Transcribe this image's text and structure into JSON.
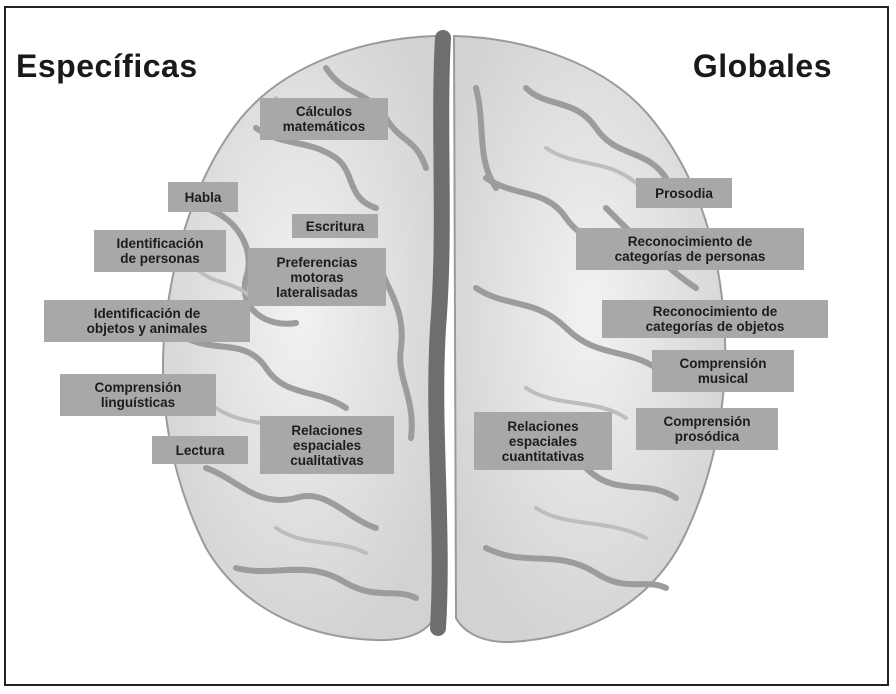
{
  "headings": {
    "left": "Específicas",
    "right": "Globales"
  },
  "labels": {
    "calculos": "Cálculos\nmatemáticos",
    "habla": "Habla",
    "escritura": "Escritura",
    "identificacion_personas": "Identificación\nde personas",
    "preferencias": "Preferencias\nmotoras\nlateralisadas",
    "identificacion_objetos": "Identificación de\nobjetos y animales",
    "comprension_linguisticas": "Comprensión\nlinguísticas",
    "lectura": "Lectura",
    "relaciones_cualitativas": "Relaciones\nespaciales\ncualitativas",
    "prosodia": "Prosodia",
    "reconocimiento_personas": "Reconocimiento de\ncategorías de personas",
    "reconocimiento_objetos": "Reconocimiento de\ncategorías de objetos",
    "comprension_musical": "Comprensión\nmusical",
    "comprension_prosodica": "Comprensión\nprosódica",
    "relaciones_cuantitativas": "Relaciones\nespaciales\ncuantitativas"
  },
  "colors": {
    "label_bg": "#a8a8a8",
    "brain_fill": "#e6e6e6",
    "fissure": "#6e6e6e"
  }
}
